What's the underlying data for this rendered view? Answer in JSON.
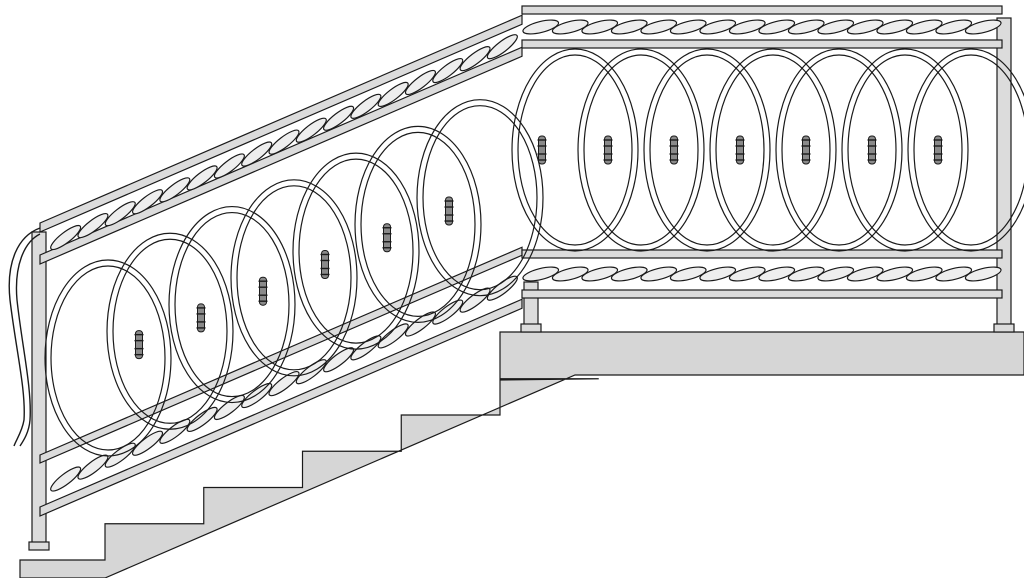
{
  "drawing": {
    "subject": "wrought-iron-stair-railing",
    "colors": {
      "background": "#ffffff",
      "stair_fill": "#d6d6d6",
      "iron_fill": "#dcdcdc",
      "outline": "#1a1a1a",
      "collar": "#8a8a8a"
    },
    "stair_steps": 5,
    "sloped_rings": 7,
    "level_rings": 7
  }
}
